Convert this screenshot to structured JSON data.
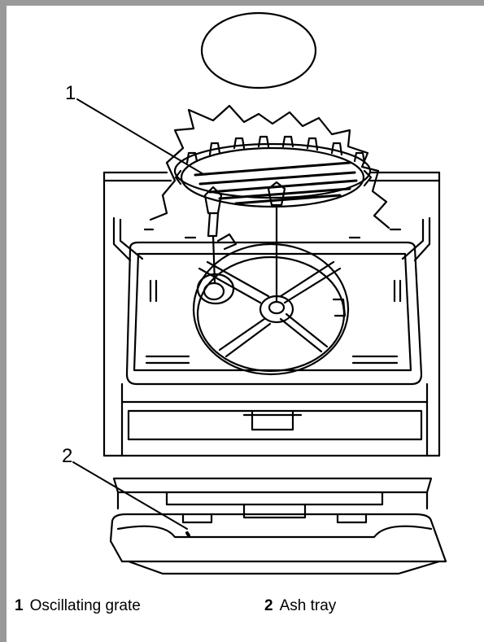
{
  "callouts": {
    "one": "1",
    "two": "2"
  },
  "legend": [
    {
      "number": "1",
      "label": "Oscillating grate"
    },
    {
      "number": "2",
      "label": "Ash tray"
    }
  ],
  "colors": {
    "frame": "#999999",
    "ink": "#000000",
    "paper": "#ffffff"
  }
}
